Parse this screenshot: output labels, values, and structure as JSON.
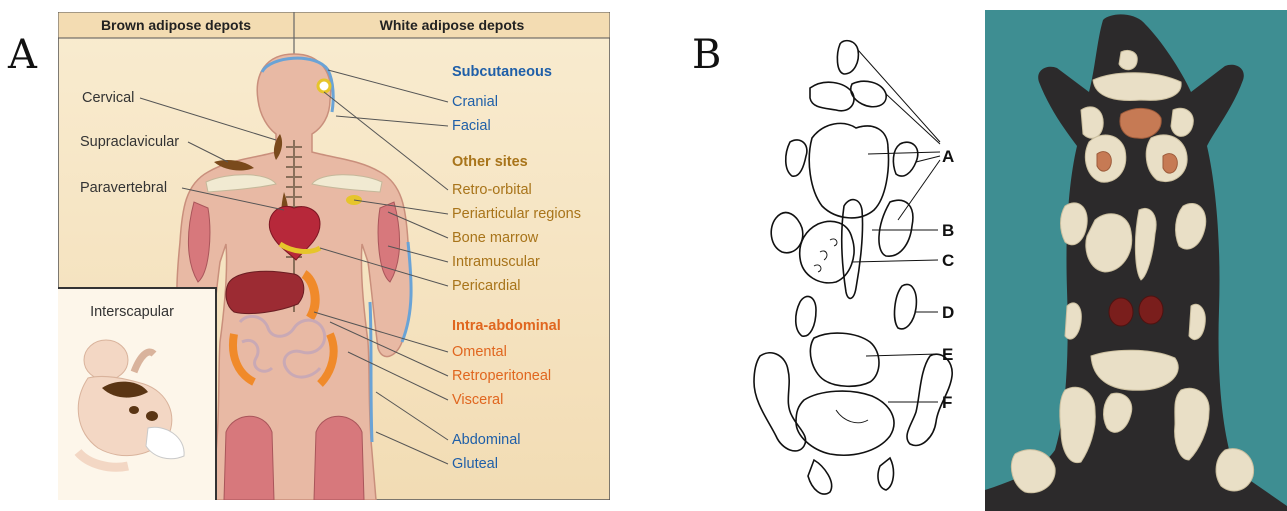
{
  "panel_a": {
    "letter": "A",
    "header_left": "Brown adipose depots",
    "header_right": "White adipose depots",
    "brown_labels": [
      "Cervical",
      "Supraclavicular",
      "Paravertebral"
    ],
    "inset_label": "Interscapular",
    "sections": {
      "subcutaneous": {
        "title": "Subcutaneous",
        "items": [
          "Cranial",
          "Facial"
        ]
      },
      "other_sites": {
        "title": "Other sites",
        "items": [
          "Retro-orbital",
          "Periarticular regions",
          "Bone marrow",
          "Intramuscular",
          "Pericardial"
        ]
      },
      "intra_abdominal": {
        "title": "Intra-abdominal",
        "items": [
          "Omental",
          "Retroperitoneal",
          "Visceral"
        ]
      },
      "subcutaneous_lower": {
        "items": [
          "Abdominal",
          "Gluteal"
        ]
      }
    },
    "colors": {
      "blue": "#1f5fa8",
      "gold": "#a8741a",
      "orange": "#e0661f",
      "panel_bg": "#f7e6c4"
    }
  },
  "panel_b": {
    "letter": "B",
    "labels": [
      "A",
      "B",
      "C",
      "D",
      "E",
      "F"
    ]
  }
}
